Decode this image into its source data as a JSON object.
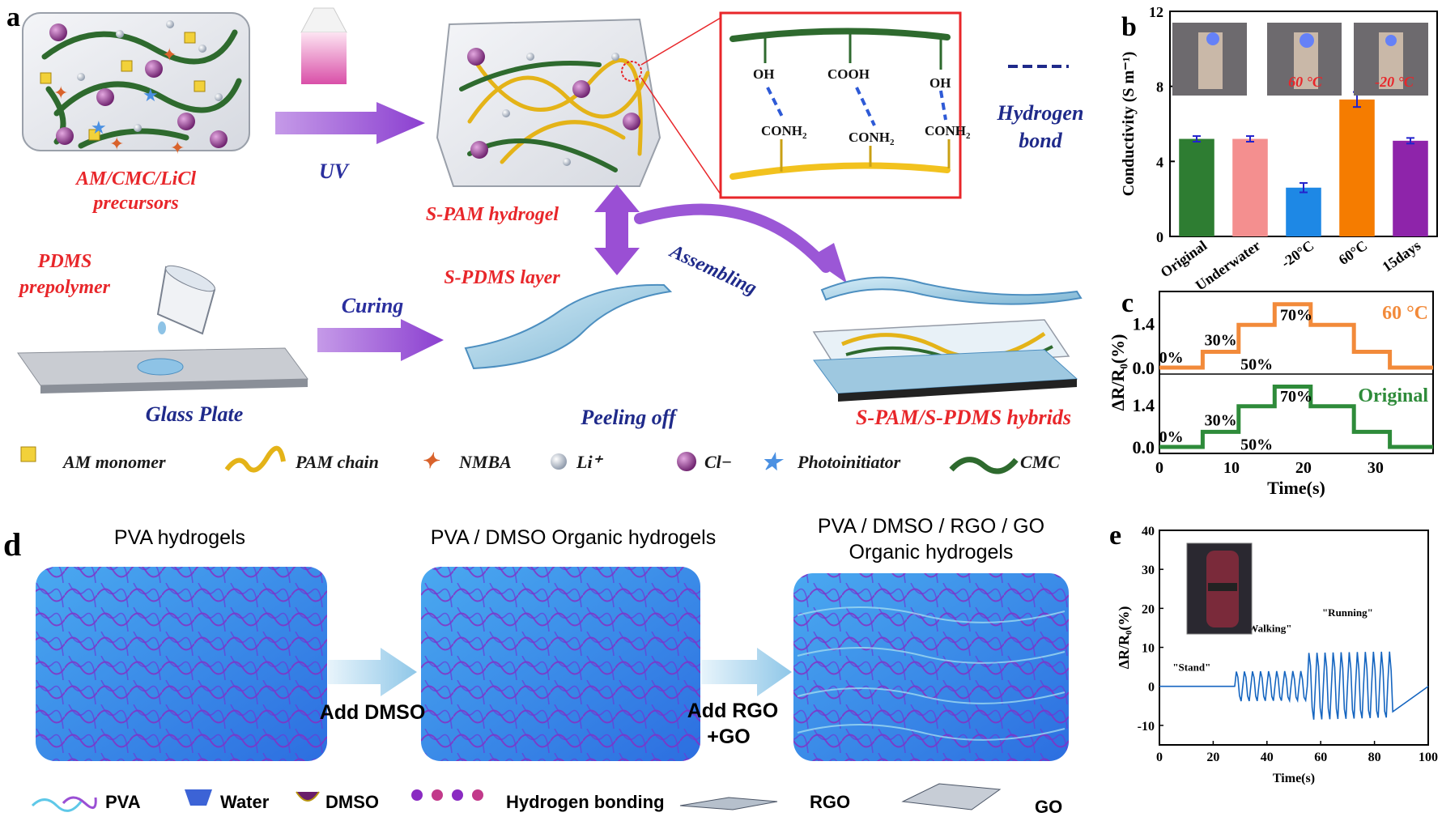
{
  "panel_letters": {
    "a": "a",
    "b": "b",
    "c": "c",
    "d": "d",
    "e": "e"
  },
  "panel_a": {
    "precursors_label_1": "AM/CMC/LiCl",
    "precursors_label_2": "precursors",
    "uv_label": "UV",
    "hydrogel_label": "S-PAM hydrogel",
    "hbond_groups": {
      "oh1": "OH",
      "cooh": "COOH",
      "oh2": "OH",
      "conh2": "CONH2",
      "conh2_base": "CONH",
      "conh2_sub": "2"
    },
    "hbond_legend_1": "Hydrogen",
    "hbond_legend_2": "bond",
    "pdms_label_1": "PDMS",
    "pdms_label_2": "prepolymer",
    "curing_label": "Curing",
    "spdms_layer_label": "S-PDMS layer",
    "assembling_label": "Assembling",
    "glass_plate_label": "Glass Plate",
    "peeling_label": "Peeling off",
    "hybrids_label": "S-PAM/S-PDMS hybrids",
    "legend": [
      {
        "icon": "cube-icon",
        "label": "AM monomer"
      },
      {
        "icon": "chain-icon",
        "label": "PAM chain"
      },
      {
        "icon": "star-icon",
        "label": "NMBA"
      },
      {
        "icon": "ion-icon",
        "label": "Li⁺"
      },
      {
        "icon": "ion-icon",
        "label": "Cl−"
      },
      {
        "icon": "star-icon",
        "label": "Photoinitiator"
      },
      {
        "icon": "chain-icon",
        "label": "CMC"
      }
    ]
  },
  "chart_data": [
    {
      "id": "b",
      "type": "bar",
      "categories": [
        "Original",
        "Underwater",
        "-20°C",
        "60°C",
        "15days"
      ],
      "values": [
        5.2,
        5.2,
        2.6,
        7.3,
        5.1
      ],
      "errors": [
        0.15,
        0.15,
        0.25,
        0.4,
        0.15
      ],
      "colors": [
        "#2e7d32",
        "#f48f8f",
        "#1e88e5",
        "#f57c00",
        "#8e24aa"
      ],
      "ylabel": "Conductivity  (S m⁻¹)",
      "ylim": [
        0,
        12
      ],
      "yticks": [
        0,
        4,
        8,
        12
      ],
      "photo_labels": [
        "60 °C",
        "-20 °C"
      ]
    },
    {
      "id": "c",
      "type": "line",
      "xlabel": "Time(s)",
      "ylabel": "ΔR/R₀(%)",
      "xlim": [
        0,
        38
      ],
      "xticks": [
        0,
        10,
        20,
        30
      ],
      "series": [
        {
          "name": "60 °C",
          "color": "#f28a3a",
          "x": [
            0,
            6,
            6,
            11,
            11,
            16,
            16,
            21,
            21,
            27,
            27,
            32,
            32,
            38
          ],
          "y": [
            0.0,
            0.0,
            0.5,
            0.5,
            1.35,
            1.35,
            2.0,
            2.0,
            1.35,
            1.35,
            0.5,
            0.5,
            0.0,
            0.0
          ]
        },
        {
          "name": "Original",
          "color": "#2e8b3a",
          "x": [
            0,
            6,
            6,
            11,
            11,
            16,
            16,
            21,
            21,
            27,
            27,
            32,
            32,
            38
          ],
          "y": [
            0.0,
            0.0,
            0.5,
            0.5,
            1.35,
            1.35,
            2.0,
            2.0,
            1.35,
            1.35,
            0.5,
            0.5,
            0.0,
            0.0
          ]
        }
      ],
      "yticks": [
        0.0,
        1.4
      ],
      "step_labels": [
        "0%",
        "30%",
        "50%",
        "70%"
      ]
    },
    {
      "id": "e",
      "type": "line",
      "xlabel": "Time(s)",
      "ylabel": "ΔR/R₀(%)",
      "xlim": [
        0,
        100
      ],
      "ylim": [
        -15,
        40
      ],
      "xticks": [
        0,
        20,
        40,
        60,
        80,
        100
      ],
      "yticks": [
        -10,
        0,
        10,
        20,
        30,
        40
      ],
      "color": "#1565c0",
      "segments": [
        {
          "label": "\"Stand\"",
          "x_start": 0,
          "x_end": 28,
          "amplitude": 0
        },
        {
          "label": "\"Walking\"",
          "x_start": 28,
          "x_end": 55,
          "amplitude": 4
        },
        {
          "label": "\"Running\"",
          "x_start": 55,
          "x_end": 87,
          "amplitude": 9
        }
      ]
    }
  ],
  "panel_d": {
    "titles": [
      "PVA hydrogels",
      "PVA / DMSO  Organic hydrogels",
      "PVA / DMSO / RGO / GO",
      "Organic hydrogels"
    ],
    "arrow_1": "Add DMSO",
    "arrow_2_line1": "Add RGO",
    "arrow_2_line2": "+GO",
    "legend": [
      {
        "icon": "pva-icon",
        "label": "PVA"
      },
      {
        "icon": "water-icon",
        "label": "Water"
      },
      {
        "icon": "dmso-icon",
        "label": "DMSO"
      },
      {
        "icon": "hbond-icon",
        "label": "Hydrogen bonding"
      },
      {
        "icon": "rgo-icon",
        "label": "RGO"
      },
      {
        "icon": "go-icon",
        "label": "GO"
      }
    ]
  },
  "colors": {
    "accent_red": "#e8262a",
    "accent_blue": "#1e2d9e",
    "navy": "#1f2a8a",
    "arrow_purple": "#9b57d6"
  }
}
